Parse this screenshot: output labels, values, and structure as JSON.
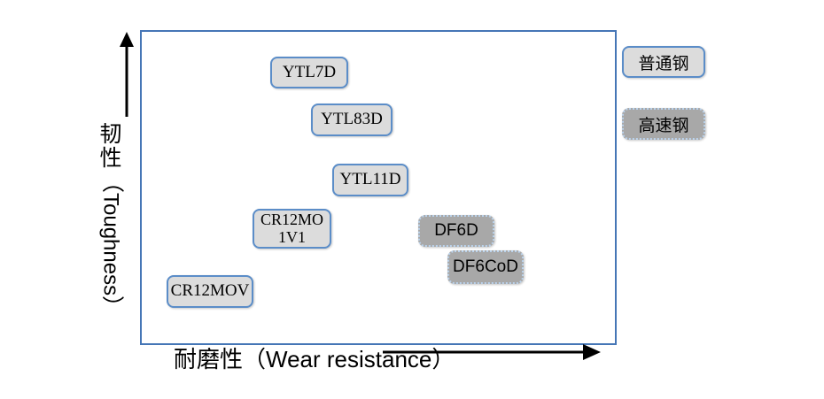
{
  "chart_data": {
    "type": "scatter",
    "title": "",
    "xlabel": "耐磨性（Wear resistance）",
    "ylabel": "韧性（Toughness）",
    "xlabel_cjk": "耐磨性（",
    "xlabel_latin": "Wear resistance",
    "xlabel_close": "）",
    "ylabel_cjk_1": "韧",
    "ylabel_cjk_2": "性",
    "ylabel_paren_open": "（",
    "ylabel_latin": "Toughness",
    "ylabel_paren_close": "）",
    "grid": false,
    "axes_arrows": true,
    "legend_position": "right",
    "note": "Qualitative positioning map: boxes placed by relative wear resistance (x) and toughness (y); no numeric tick labels are shown.",
    "series": [
      {
        "name": "普通钢",
        "category": "normal-steel",
        "fill_color": "#DCDCDC",
        "border_color": "#5B8DC8",
        "border_style": "solid",
        "points": [
          {
            "label": "YTL7D",
            "x_rel": 0.27,
            "y_rel": 0.85
          },
          {
            "label": "YTL83D",
            "x_rel": 0.36,
            "y_rel": 0.7
          },
          {
            "label": "YTL11D",
            "x_rel": 0.42,
            "y_rel": 0.5
          },
          {
            "label": "CR12MO\n1V1",
            "x_rel": 0.26,
            "y_rel": 0.34
          },
          {
            "label": "CR12MOV",
            "x_rel": 0.07,
            "y_rel": 0.13
          }
        ]
      },
      {
        "name": "高速钢",
        "category": "hss-steel",
        "fill_color": "#A8A8A8",
        "border_color": "#BBD3EC",
        "border_style": "dotted",
        "points": [
          {
            "label": "DF6D",
            "x_rel": 0.61,
            "y_rel": 0.32
          },
          {
            "label": "DF6CoD",
            "x_rel": 0.67,
            "y_rel": 0.22
          }
        ]
      }
    ],
    "legend": [
      {
        "label": "普通钢",
        "category": "normal-steel"
      },
      {
        "label": "高速钢",
        "category": "hss-steel"
      }
    ]
  },
  "nodes": {
    "ytl7d": {
      "label": "YTL7D"
    },
    "ytl83d": {
      "label": "YTL83D"
    },
    "ytl11d": {
      "label": "YTL11D"
    },
    "cr12mo1v1": {
      "label": "CR12MO\n1V1"
    },
    "cr12mov": {
      "label": "CR12MOV"
    },
    "df6d": {
      "label": "DF6D"
    },
    "df6cod": {
      "label": "DF6CoD"
    }
  },
  "legend": {
    "normal_steel": "普通钢",
    "high_speed_steel": "高速钢"
  },
  "axes": {
    "x_title_cjk_open": "耐磨性（",
    "x_title_latin": "Wear resistance",
    "x_title_cjk_close": "）",
    "y_char_1": "韧",
    "y_char_2": "性",
    "y_paren_open": "（",
    "y_latin": "Toughness",
    "y_paren_close": "）"
  },
  "colors": {
    "frame": "#4576B6",
    "normal_fill": "#DCDCDC",
    "normal_border": "#5B8DC8",
    "hss_fill": "#A8A8A8",
    "hss_border": "#BBD3EC",
    "arrow": "#000000",
    "text": "#000000"
  }
}
